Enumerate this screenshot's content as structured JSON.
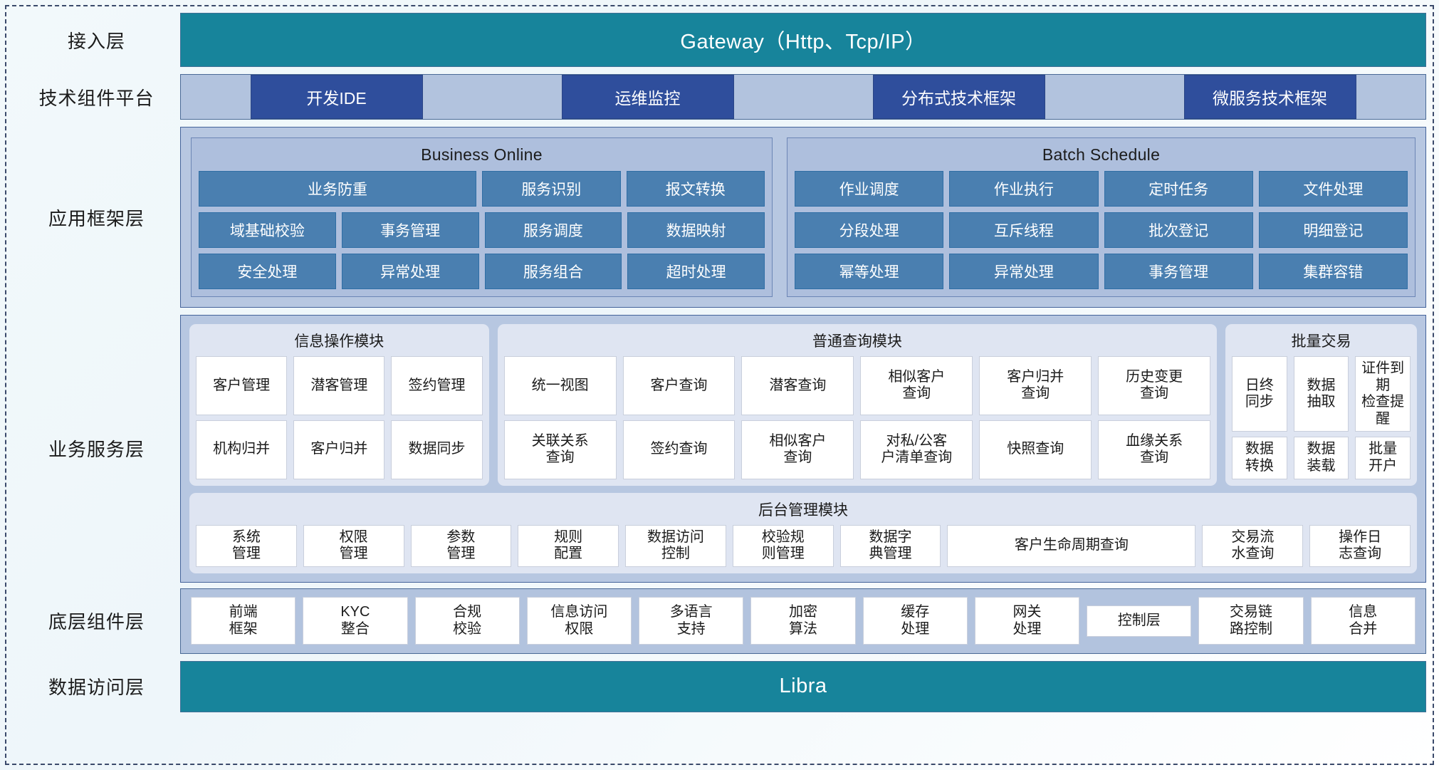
{
  "layers": {
    "access": {
      "label": "接入层",
      "bar": "Gateway（Http、Tcp/IP）"
    },
    "tech_platform": {
      "label": "技术组件平台",
      "items": [
        "开发IDE",
        "运维监控",
        "分布式技术框架",
        "微服务技术框架"
      ]
    },
    "app_framework": {
      "label": "应用框架层",
      "online": {
        "title": "Business Online",
        "rows": [
          [
            "业务防重",
            "服务识别",
            "报文转换"
          ],
          [
            "域基础校验",
            "事务管理",
            "服务调度",
            "数据映射"
          ],
          [
            "安全处理",
            "异常处理",
            "服务组合",
            "超时处理"
          ]
        ]
      },
      "batch": {
        "title": "Batch Schedule",
        "rows": [
          [
            "作业调度",
            "作业执行",
            "定时任务",
            "文件处理"
          ],
          [
            "分段处理",
            "互斥线程",
            "批次登记",
            "明细登记"
          ],
          [
            "幂等处理",
            "异常处理",
            "事务管理",
            "集群容错"
          ]
        ]
      }
    },
    "business_service": {
      "label": "业务服务层",
      "info_module": {
        "title": "信息操作模块",
        "rows": [
          [
            "客户管理",
            "潜客管理",
            "签约管理"
          ],
          [
            "机构归并",
            "客户归并",
            "数据同步"
          ]
        ]
      },
      "query_module": {
        "title": "普通查询模块",
        "rows": [
          [
            "统一视图",
            "客户查询",
            "潜客查询",
            "相似客户\n查询",
            "客户归并\n查询",
            "历史变更\n查询"
          ],
          [
            "关联关系\n查询",
            "签约查询",
            "相似客户\n查询",
            "对私/公客\n户清单查询",
            "快照查询",
            "血缘关系\n查询"
          ]
        ]
      },
      "batch_module": {
        "title": "批量交易",
        "rows": [
          [
            "日终\n同步",
            "数据\n抽取",
            "证件到期\n检查提醒"
          ],
          [
            "数据\n转换",
            "数据\n装载",
            "批量\n开户"
          ]
        ]
      },
      "admin_module": {
        "title": "后台管理模块",
        "items": [
          "系统\n管理",
          "权限\n管理",
          "参数\n管理",
          "规则\n配置",
          "数据访问\n控制",
          "校验规\n则管理",
          "数据字\n典管理",
          "客户生命周期查询",
          "交易流\n水查询",
          "操作日\n志查询"
        ]
      }
    },
    "base_components": {
      "label": "底层组件层",
      "items": [
        "前端\n框架",
        "KYC\n整合",
        "合规\n校验",
        "信息访问\n权限",
        "多语言\n支持",
        "加密\n算法",
        "缓存\n处理",
        "网关\n处理",
        "控制层",
        "交易链\n路控制",
        "信息\n合并"
      ]
    },
    "data_access": {
      "label": "数据访问层",
      "bar": "Libra"
    }
  },
  "colors": {
    "teal": "#17849b",
    "navy_chip": "#2f4e9c",
    "band": "#b2c3de",
    "panel": "#b7c7e1",
    "blue_cell": "#4a7fb0",
    "card": "#dfe5f2",
    "white_cell": "#ffffff",
    "dash_border": "#3b4a6b"
  }
}
